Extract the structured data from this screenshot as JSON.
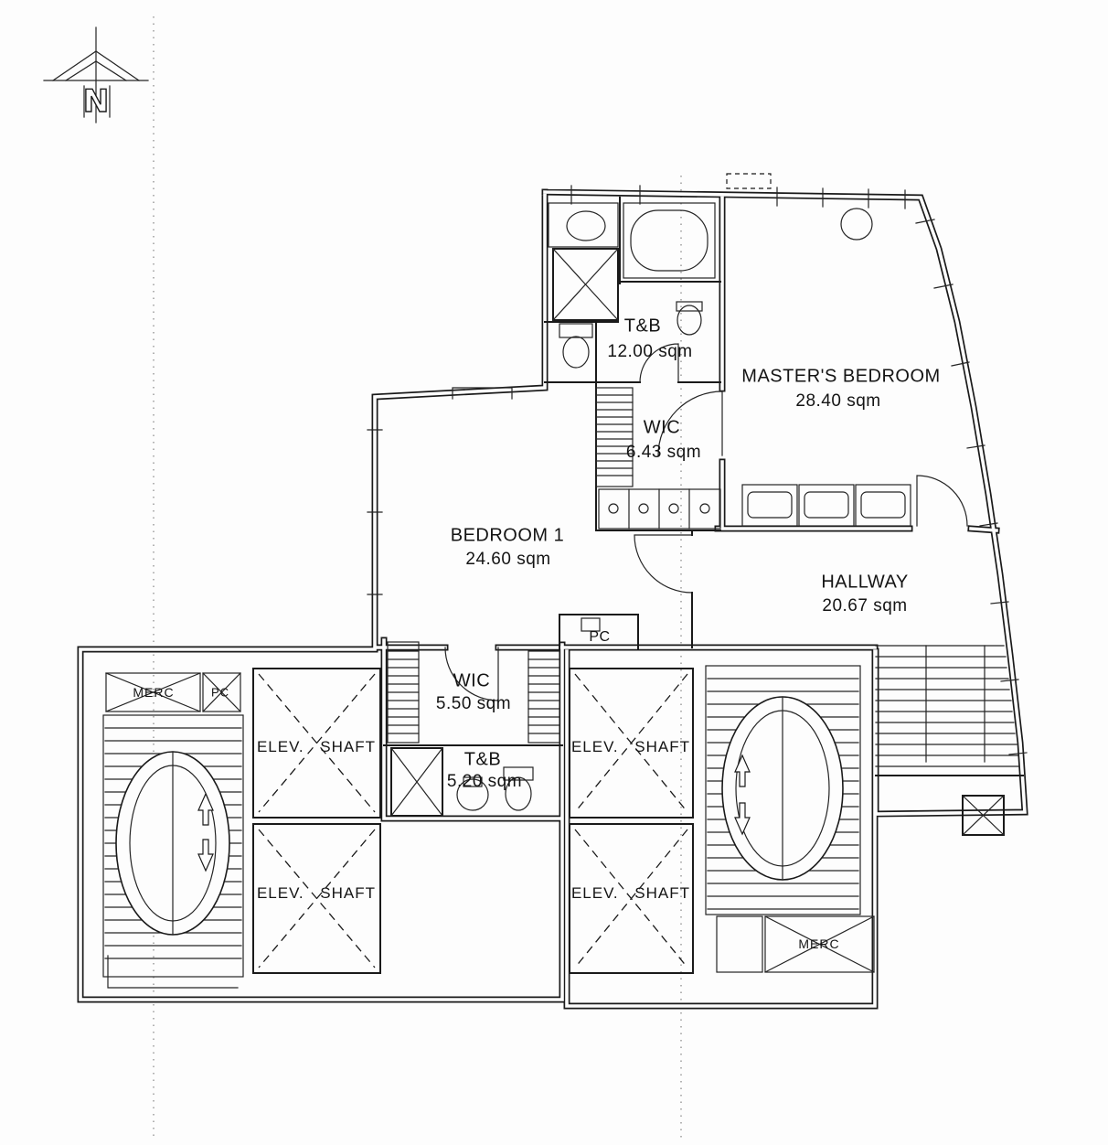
{
  "compass": {
    "letter": "N"
  },
  "rooms": {
    "tb_upper": {
      "name": "T&B",
      "area": "12.00 sqm"
    },
    "masters_bedroom": {
      "name": "MASTER'S BEDROOM",
      "area": "28.40 sqm"
    },
    "wic_upper": {
      "name": "WIC",
      "area": "6.43 sqm"
    },
    "bedroom_1": {
      "name": "BEDROOM 1",
      "area": "24.60 sqm"
    },
    "hallway": {
      "name": "HALLWAY",
      "area": "20.67 sqm"
    },
    "pc_upper": {
      "name": "PC"
    },
    "wic_lower": {
      "name": "WIC",
      "area": "5.50 sqm"
    },
    "tb_lower": {
      "name": "T&B",
      "area": "5.20 sqm"
    },
    "elev_shaft": {
      "name": "ELEV. SHAFT"
    },
    "merc": {
      "name": "MERC"
    },
    "pc_core": {
      "name": "PC"
    }
  }
}
